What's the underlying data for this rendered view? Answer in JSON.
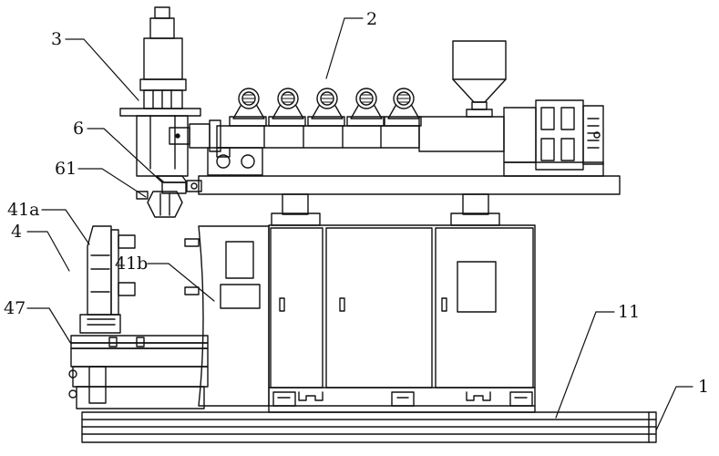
{
  "diagram": {
    "callouts": [
      {
        "id": "c-3",
        "text": "3"
      },
      {
        "id": "c-2",
        "text": "2"
      },
      {
        "id": "c-6",
        "text": "6"
      },
      {
        "id": "c-61",
        "text": "61"
      },
      {
        "id": "c-41a",
        "text": "41a"
      },
      {
        "id": "c-4",
        "text": "4"
      },
      {
        "id": "c-41b",
        "text": "41b"
      },
      {
        "id": "c-47",
        "text": "47"
      },
      {
        "id": "c-11",
        "text": "11"
      },
      {
        "id": "c-1",
        "text": "1"
      }
    ]
  }
}
